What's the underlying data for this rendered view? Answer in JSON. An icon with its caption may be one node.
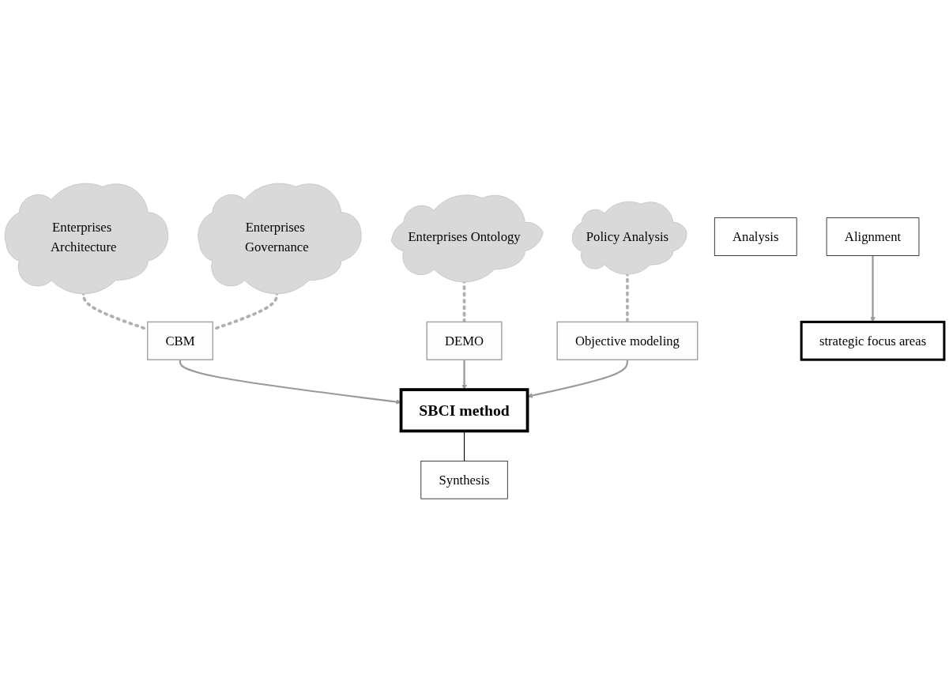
{
  "diagram": {
    "nodes": [
      {
        "text": [
          "Enterprises Ontology"
        ]
      },
      {
        "text": [
          "Enterprises Architecture"
        ]
      },
      {
        "text": [
          "DEMO"
        ]
      },
      {
        "text": [
          "Policy Analysis"
        ]
      },
      {
        "text": [
          "CBM"
        ]
      },
      {
        "text": [
          "Objective modeling"
        ]
      },
      {
        "text": [
          "Enterprises Governance"
        ]
      },
      {
        "text": [
          "SBCI method"
        ]
      },
      {
        "text": [
          "Synthesis"
        ]
      },
      {
        "text": [
          "Analysis"
        ]
      },
      {
        "text": [
          "Alignment"
        ]
      },
      {
        "text": [
          "strategic  focus areas"
        ]
      }
    ],
    "edges": [
      {
        "from": 0,
        "to": 2,
        "arrow": "none",
        "style": "dashed"
      },
      {
        "from": 1,
        "to": 4,
        "arrow": "none",
        "style": "dashed"
      },
      {
        "from": 6,
        "to": 4,
        "arrow": "none",
        "style": "dashed"
      },
      {
        "from": 3,
        "to": 5,
        "arrow": "none",
        "style": "dashed"
      },
      {
        "from": 4,
        "to": 7,
        "arrow": "to"
      },
      {
        "from": 2,
        "to": 7,
        "arrow": "to"
      },
      {
        "from": 5,
        "to": 7,
        "arrow": "to"
      },
      {
        "from": 7,
        "to": 8,
        "arrow": "none",
        "color": "#000000"
      },
      {
        "from": 10,
        "to": 11,
        "arrow": "to"
      }
    ]
  }
}
